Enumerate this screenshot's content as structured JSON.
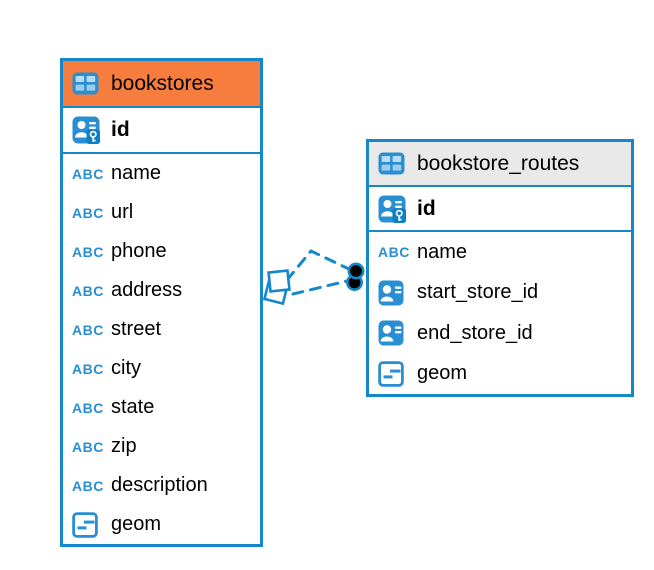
{
  "icons": {
    "text_type_glyph": "ABC",
    "table_icon": "table grid glyph",
    "primary_key_icon": "person with key",
    "foreign_key_icon": "person card",
    "geometry_type_icon": "square with lines"
  },
  "colors": {
    "accent_blue": "#1488c9",
    "icon_blue": "#2a8fd2",
    "bookstores_header": "#f67d3e",
    "routes_header": "#e9e9e9",
    "relationship_line": "#1488c9",
    "text": "#000000",
    "background": "#ffffff"
  },
  "tables": {
    "bookstores": {
      "title": "bookstores",
      "pk": "id",
      "columns": [
        "name",
        "url",
        "phone",
        "address",
        "street",
        "city",
        "state",
        "zip",
        "description",
        "geom"
      ]
    },
    "routes": {
      "title": "bookstore_routes",
      "pk": "id",
      "columns": [
        "name",
        "start_store_id",
        "end_store_id",
        "geom"
      ]
    }
  },
  "relationships": [
    {
      "from_table": "bookstore_routes",
      "to_table": "bookstores",
      "style": "dashed"
    },
    {
      "from_table": "bookstore_routes",
      "to_table": "bookstores",
      "style": "dashed"
    }
  ]
}
